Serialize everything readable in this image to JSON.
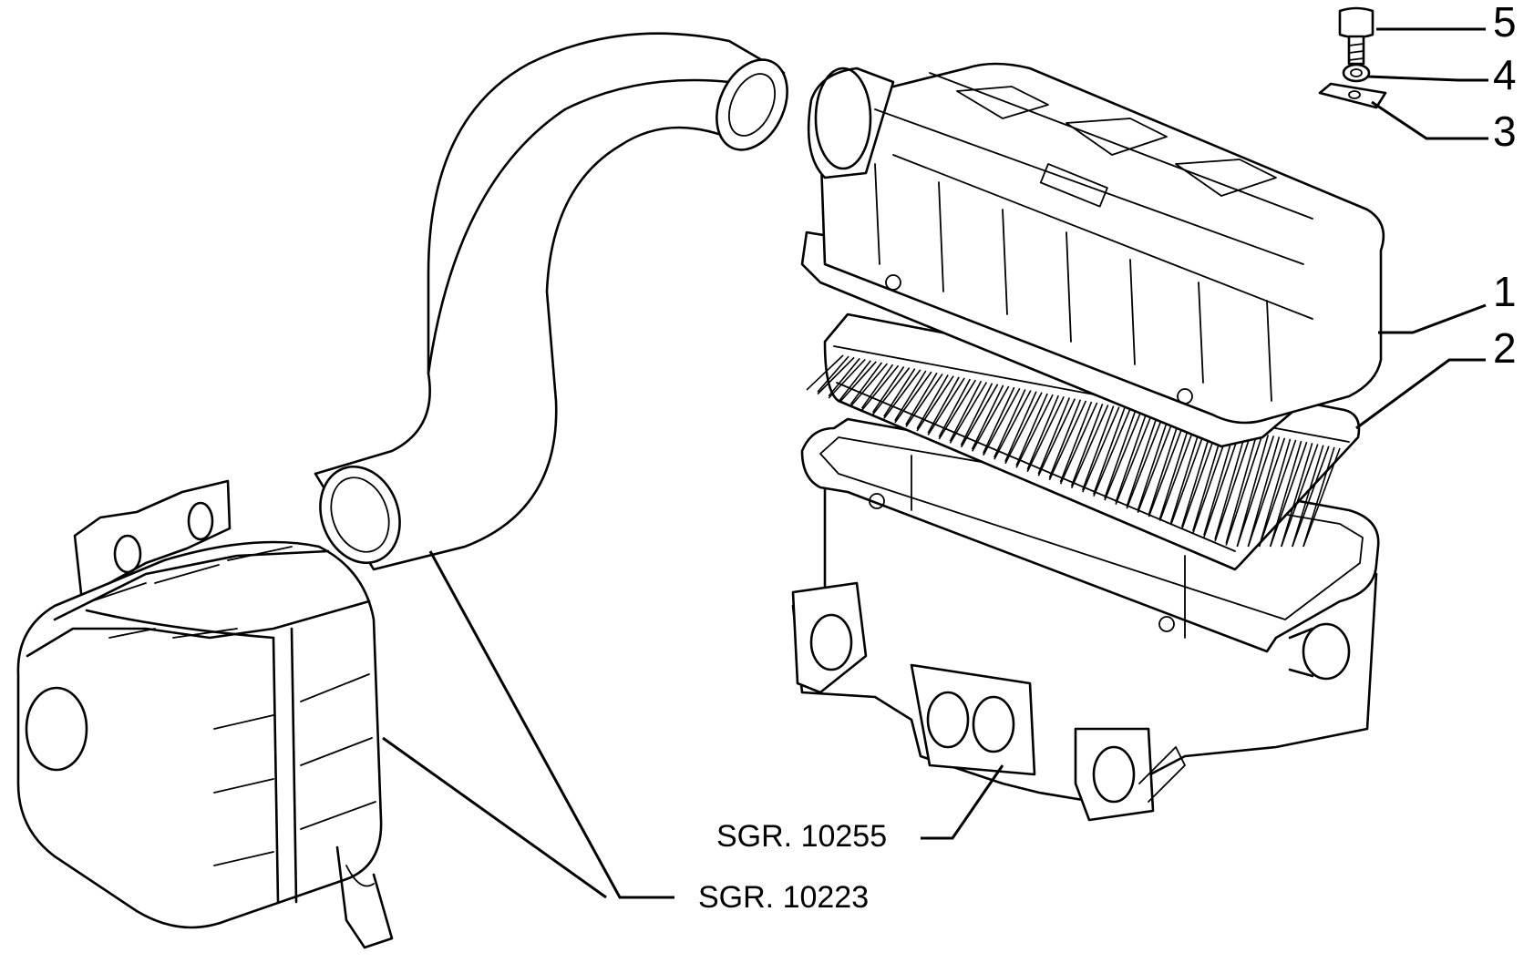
{
  "callouts": [
    {
      "id": "1",
      "label": "1"
    },
    {
      "id": "2",
      "label": "2"
    },
    {
      "id": "3",
      "label": "3"
    },
    {
      "id": "4",
      "label": "4"
    },
    {
      "id": "5",
      "label": "5"
    }
  ],
  "references": [
    {
      "id": "sgr-10255",
      "label": "SGR. 10255"
    },
    {
      "id": "sgr-10223",
      "label": "SGR. 10223"
    }
  ],
  "colors": {
    "line": "#000000",
    "background": "#ffffff"
  }
}
